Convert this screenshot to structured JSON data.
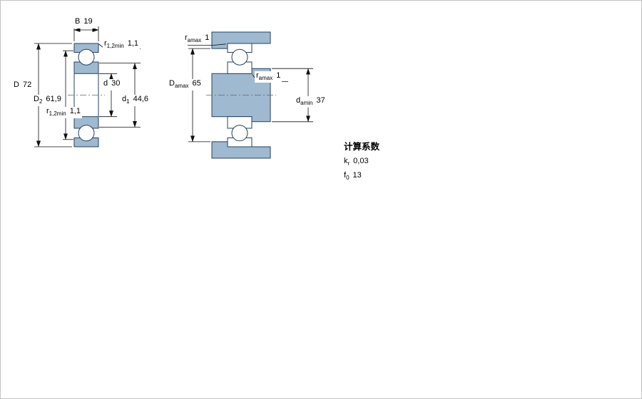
{
  "colors": {
    "bearing_fill": "#9fb9d0",
    "outline": "#24425f",
    "dimension": "#111111",
    "background": "#ffffff"
  },
  "left_view": {
    "width_B": {
      "symbol": "B",
      "value": "19"
    },
    "radius_top": {
      "symbol": "r",
      "subscript": "1,2min",
      "value": "1,1"
    },
    "outer_diameter_D": {
      "symbol": "D",
      "value": "72"
    },
    "shoulder_diameter_D2": {
      "symbol": "D",
      "subscript": "2",
      "value": "61,9"
    },
    "bore_diameter_d": {
      "symbol": "d",
      "value": "30"
    },
    "shoulder_diameter_d1": {
      "symbol": "d",
      "subscript": "1",
      "value": "44,6"
    },
    "radius_bottom": {
      "symbol": "r",
      "subscript": "1,2min",
      "value": "1,1"
    }
  },
  "right_view": {
    "fillet_radius_top": {
      "symbol": "r",
      "subscript": "amax",
      "value": "1"
    },
    "housing_shoulder_Da": {
      "symbol": "D",
      "subscript": "amax",
      "value": "65"
    },
    "fillet_radius_mid": {
      "symbol": "r",
      "subscript": "amax",
      "value": "1"
    },
    "shaft_shoulder_da": {
      "symbol": "d",
      "subscript": "amin",
      "value": "37"
    }
  },
  "calculation_factors": {
    "title": "计算系数",
    "rows": [
      {
        "symbol": "k",
        "subscript": "r",
        "value": "0,03"
      },
      {
        "symbol": "f",
        "subscript": "0",
        "value": "13"
      }
    ]
  }
}
